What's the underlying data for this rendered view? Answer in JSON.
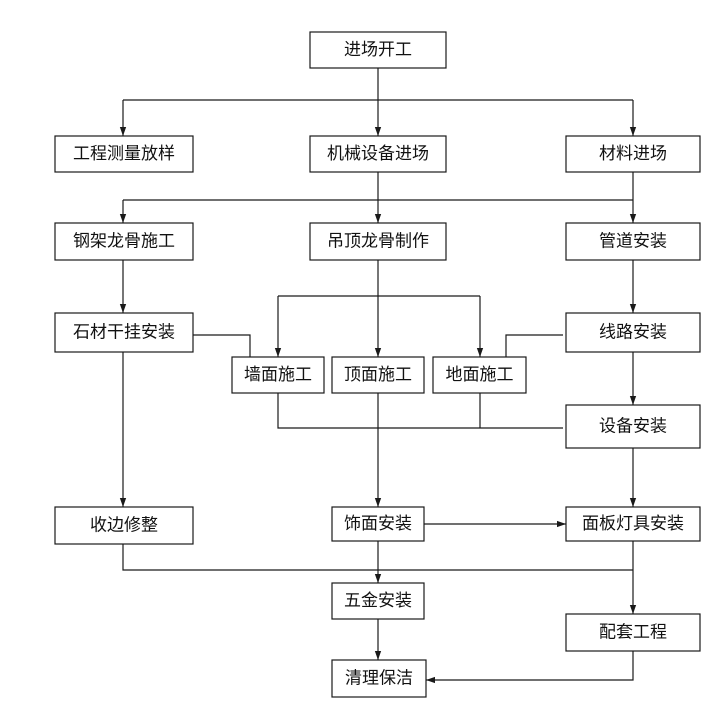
{
  "diagram": {
    "line_color": "#1a1a1a",
    "nodes": [
      {
        "id": "start",
        "label": "进场开工"
      },
      {
        "id": "survey",
        "label": "工程测量放样"
      },
      {
        "id": "machinery",
        "label": "机械设备进场"
      },
      {
        "id": "materials",
        "label": "材料进场"
      },
      {
        "id": "steel_frame",
        "label": "钢架龙骨施工"
      },
      {
        "id": "ceiling_keel",
        "label": "吊顶龙骨制作"
      },
      {
        "id": "pipes",
        "label": "管道安装"
      },
      {
        "id": "stone",
        "label": "石材干挂安装"
      },
      {
        "id": "wiring",
        "label": "线路安装"
      },
      {
        "id": "wall",
        "label": "墙面施工"
      },
      {
        "id": "ceiling",
        "label": "顶面施工"
      },
      {
        "id": "floor",
        "label": "地面施工"
      },
      {
        "id": "equipment",
        "label": "设备安装"
      },
      {
        "id": "edge_trim",
        "label": "收边修整"
      },
      {
        "id": "finish",
        "label": "饰面安装"
      },
      {
        "id": "panels_lights",
        "label": "面板灯具安装"
      },
      {
        "id": "hardware",
        "label": "五金安装"
      },
      {
        "id": "supporting",
        "label": "配套工程"
      },
      {
        "id": "cleaning",
        "label": "清理保洁"
      }
    ]
  }
}
